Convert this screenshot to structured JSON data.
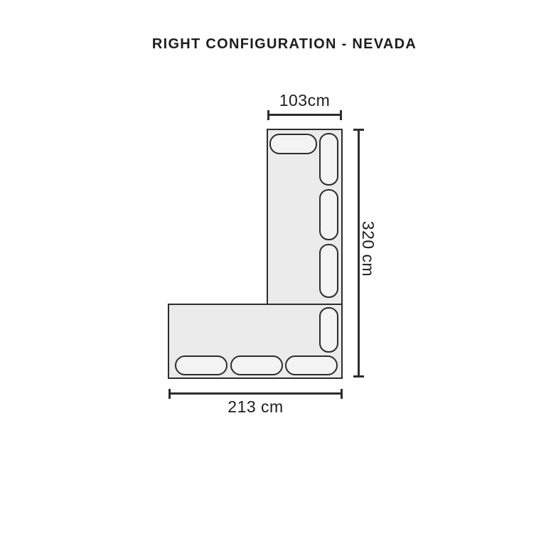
{
  "title": "RIGHT CONFIGURATION - NEVADA",
  "diagram": {
    "description": "Top-view floor plan of an L-shaped sofa, right-hand configuration, Nevada model",
    "dimensions": {
      "top_width": "103cm",
      "right_height": "320 cm",
      "bottom_width": "213 cm"
    },
    "colors": {
      "outline": "#2d2d2d",
      "body_fill": "#ebebeb",
      "cushion_fill": "#f3f3f3",
      "text": "#1d1d1d",
      "background": "#ffffff"
    }
  }
}
